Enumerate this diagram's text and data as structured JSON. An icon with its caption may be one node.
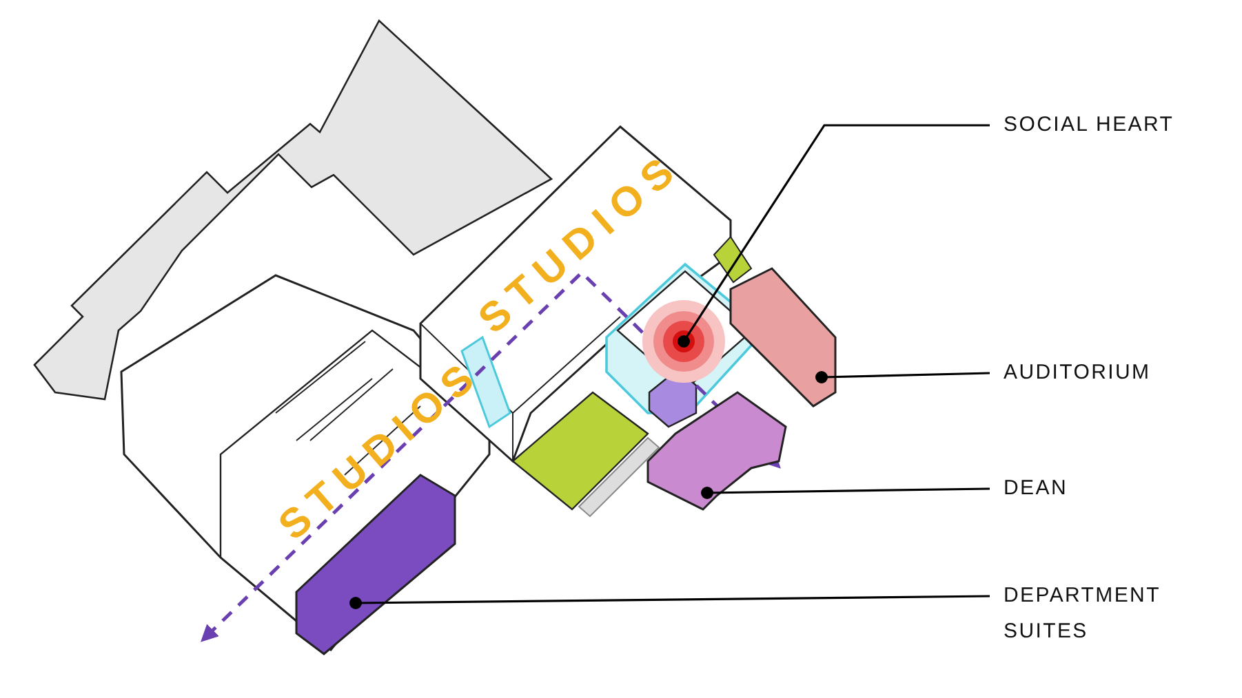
{
  "diagram": {
    "nodes": [
      {
        "text": [
          "SOCIAL HEART"
        ]
      },
      {
        "text": [
          "AUDITORIUM"
        ]
      },
      {
        "text": [
          "DEAN"
        ]
      },
      {
        "text": [
          "DEPARTMENT SUITES"
        ]
      },
      {
        "text": [],
        "shape": "circle"
      },
      {
        "text": [],
        "shape": "picture"
      },
      {
        "text": [],
        "shape": "picture"
      },
      {
        "text": [],
        "shape": "bar"
      }
    ],
    "edges": [
      {
        "from": 0,
        "to": 4,
        "arrow": "other"
      },
      {
        "from": 1,
        "to": 5,
        "arrow": "other"
      },
      {
        "from": 2,
        "to": 6,
        "arrow": "other"
      },
      {
        "from": 3,
        "to": 7,
        "arrow": "other"
      }
    ],
    "labels": [
      "STUDIOS",
      "STUDIOS"
    ]
  }
}
